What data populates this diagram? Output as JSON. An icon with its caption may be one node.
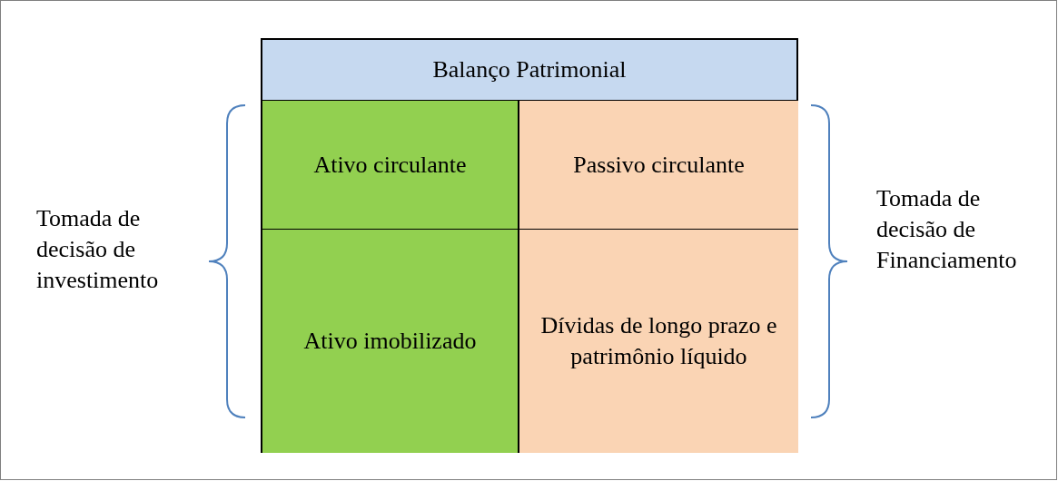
{
  "diagram": {
    "nodes": [
      {
        "text": [
          "Balanço Patrimonial"
        ]
      },
      {
        "text": [
          "Ativo circulante"
        ],
        "in": 0
      },
      {
        "text": [
          "Passivo circulante"
        ],
        "in": 0
      },
      {
        "text": [
          "Ativo imobilizado"
        ],
        "in": 0
      },
      {
        "text": [
          "Dívidas de longo prazo e patrimônio líquido"
        ],
        "in": 0
      }
    ],
    "edges": [],
    "labels": [
      "Tomada de decisão de investimento",
      "Tomada de decisão de Financiamento"
    ]
  }
}
